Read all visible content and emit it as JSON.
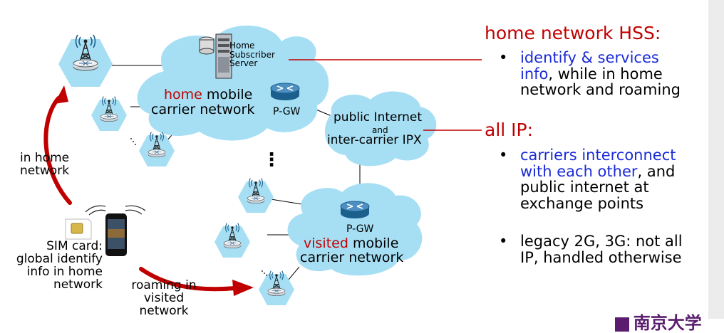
{
  "diagram": {
    "home_network_cloud": {
      "prefix": "home",
      "line1_rest": " mobile",
      "line2": "carrier network",
      "gateway": "P-GW",
      "hss_label_line1": "Home",
      "hss_label_line2": "Subscriber",
      "hss_label_line3": "Server"
    },
    "internet_cloud": {
      "line1": "public Internet",
      "line2": "and",
      "line3": "inter-carrier IPX"
    },
    "visited_network_cloud": {
      "gateway": "P-GW",
      "prefix": "visited",
      "line1_rest": " mobile",
      "line2": "carrier network"
    },
    "labels": {
      "in_home_line1": "in home",
      "in_home_line2": "network",
      "sim_line1": "SIM card:",
      "sim_line2": "global identify",
      "sim_line3": "info in home",
      "sim_line4": "network",
      "roaming_line1": "roaming in",
      "roaming_line2": "visited",
      "roaming_line3": "network",
      "ellipsis": "⋮"
    },
    "colors": {
      "cloud": "#a6dff4",
      "accent_red": "#c00000",
      "accent_blue": "#1a2bd6",
      "router": "#1b5f8c"
    }
  },
  "notes": {
    "hss_heading": "home network HSS:",
    "hss_bullet": {
      "blue_part": "identify & services",
      "blue_part2": "info",
      "rest_line2": ", while in home",
      "line3": "network and roaming"
    },
    "allip_heading": "all IP:",
    "allip_bullet1": {
      "blue_line1": "carriers interconnect",
      "blue_line2": "with each other",
      "rest_line2": ", and",
      "line3": "public internet at",
      "line4": "exchange points"
    },
    "allip_bullet2": {
      "line1": "legacy 2G, 3G: not all",
      "line2": "IP, handled otherwise"
    },
    "bullet_char": "•"
  },
  "footer": {
    "logo_text": "南京大学",
    "logo_icon": "university-crest-icon"
  }
}
